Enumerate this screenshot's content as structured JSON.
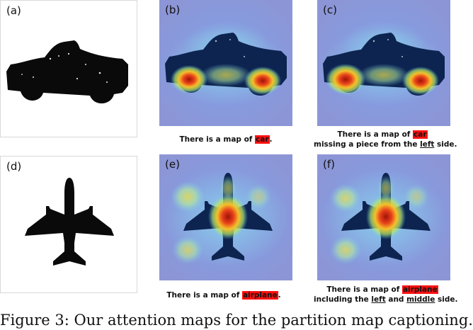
{
  "panels": {
    "a": {
      "label": "(a)"
    },
    "b": {
      "label": "(b)"
    },
    "c": {
      "label": "(c)"
    },
    "d": {
      "label": "(d)"
    },
    "e": {
      "label": "(e)"
    },
    "f": {
      "label": "(f)"
    }
  },
  "captions": {
    "b": {
      "prefix": "There is a map of ",
      "object": "car",
      "suffix": "."
    },
    "c": {
      "line1_prefix": "There is a map of ",
      "object": "car",
      "line2_prefix": "missing a piece from the ",
      "side": "left",
      "line2_suffix": " side."
    },
    "e": {
      "prefix": "There is a map of ",
      "object": "airplane",
      "suffix": "."
    },
    "f": {
      "line1_prefix": "There is a map of ",
      "object": "airplane",
      "line2_prefix": "including the ",
      "side1": "left",
      "and": " and ",
      "side2": "middle",
      "line2_suffix": " side."
    }
  },
  "figure_caption": "Figure 3: Our attention maps for the partition map captioning."
}
